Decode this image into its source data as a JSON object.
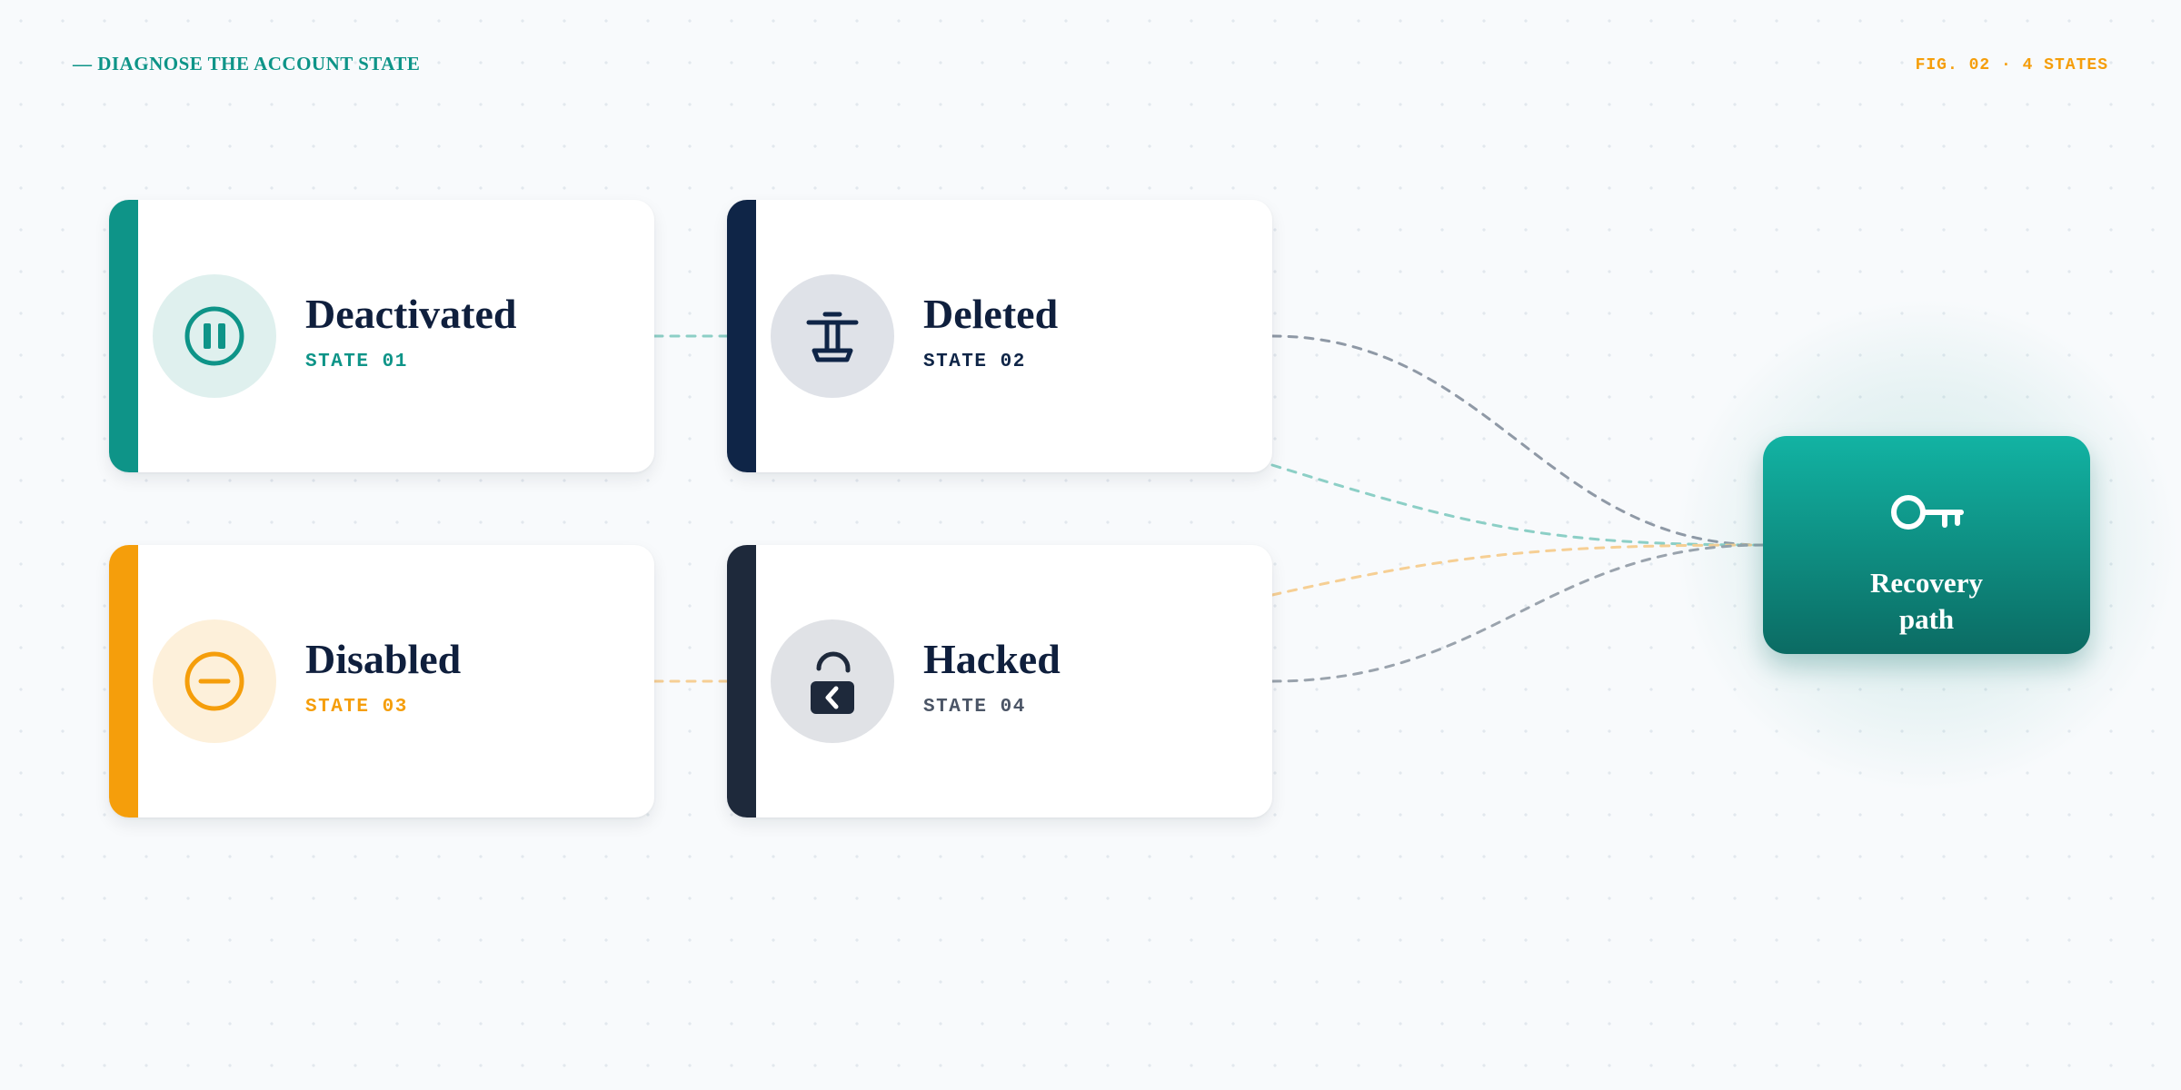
{
  "header": {
    "eyebrow": "— DIAGNOSE THE ACCOUNT STATE",
    "figure_tag": "FIG. 02 · 4 STATES"
  },
  "states": [
    {
      "title": "Deactivated",
      "code": "STATE 01",
      "icon": "pause-icon",
      "accent": "#0e9488"
    },
    {
      "title": "Deleted",
      "code": "STATE 02",
      "icon": "trash-icon",
      "accent": "#0f2547"
    },
    {
      "title": "Disabled",
      "code": "STATE 03",
      "icon": "minus-circle-icon",
      "accent": "#f59e0b"
    },
    {
      "title": "Hacked",
      "code": "STATE 04",
      "icon": "unlock-icon",
      "accent": "#1e293b"
    }
  ],
  "recovery": {
    "line1": "Recovery",
    "line2": "path",
    "icon": "key-icon",
    "color": "#0e9488"
  }
}
